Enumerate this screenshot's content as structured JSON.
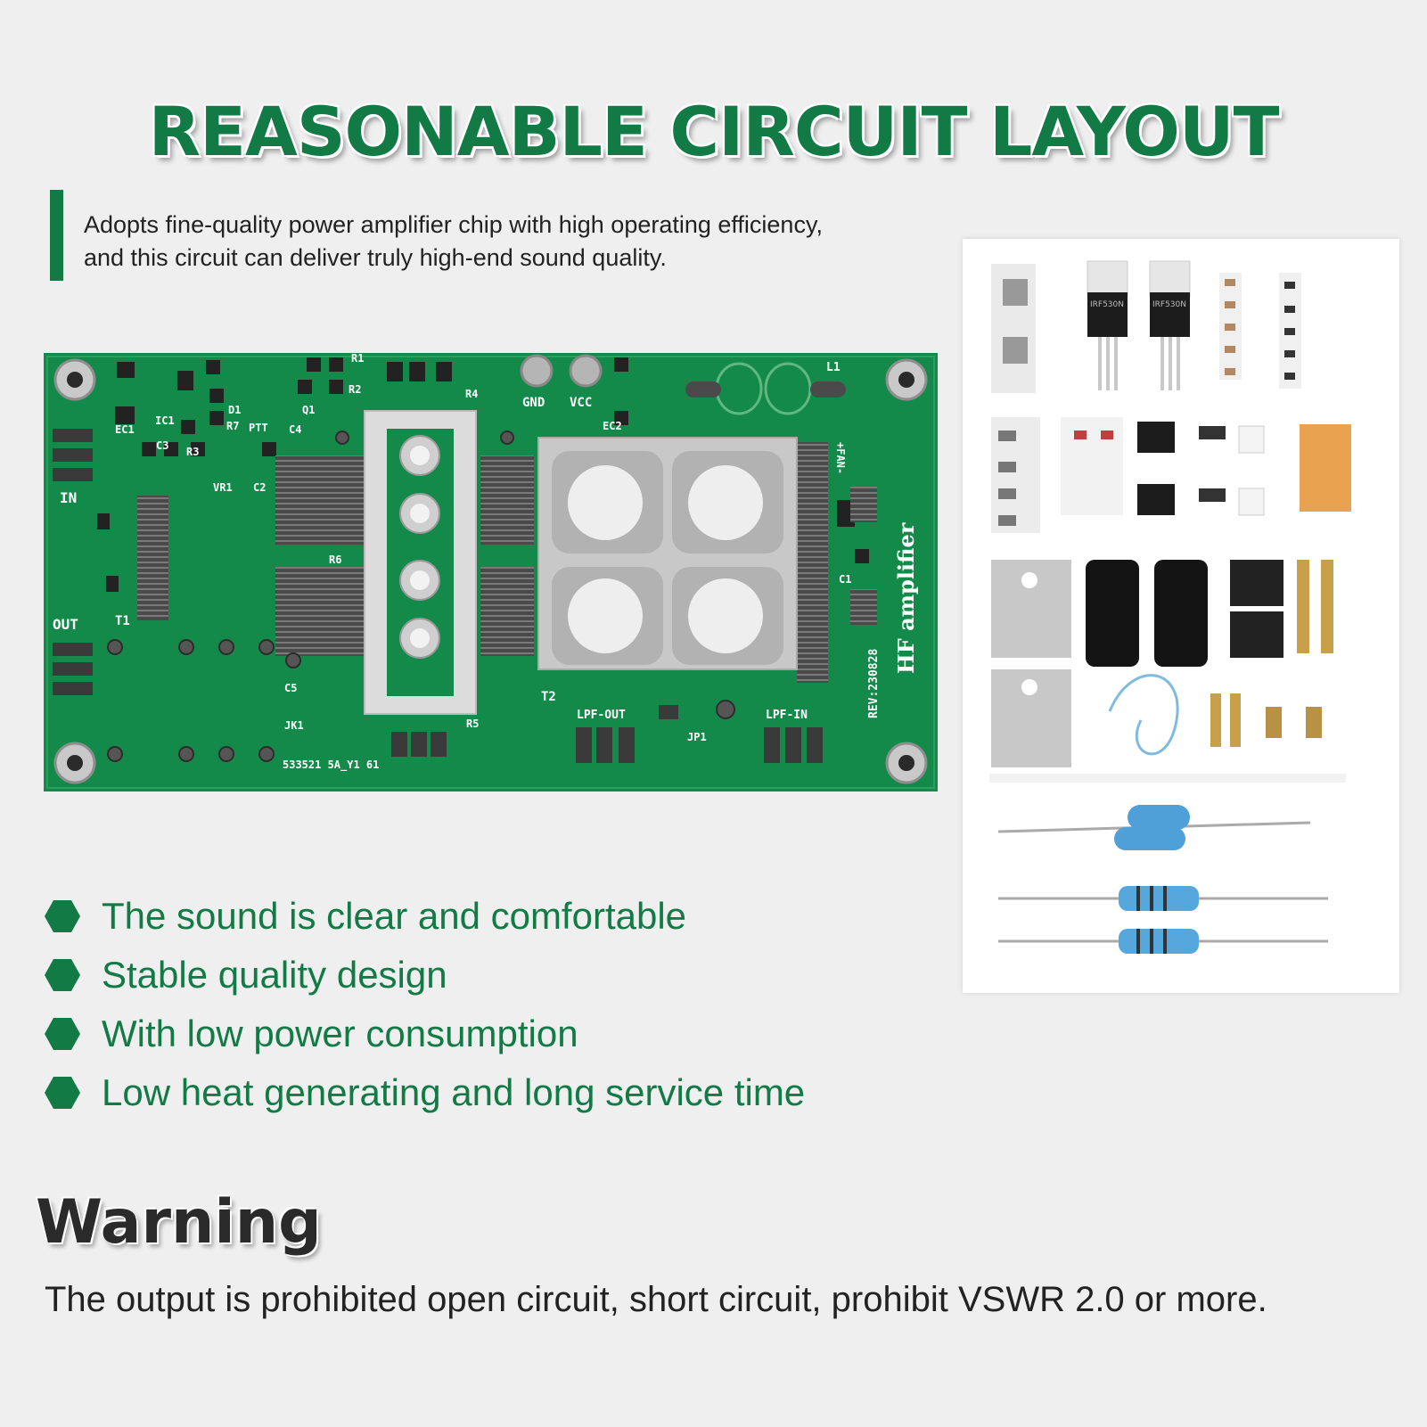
{
  "title": "REASONABLE CIRCUIT LAYOUT",
  "intro": "Adopts fine-quality power amplifier chip with high operating efficiency, and this circuit can deliver truly high-end sound quality.",
  "features": [
    {
      "text": "The sound is clear and comfortable",
      "icon": "hexagon-icon"
    },
    {
      "text": "Stable quality design",
      "icon": "hexagon-icon"
    },
    {
      "text": "With low power consumption",
      "icon": "hexagon-icon"
    },
    {
      "text": "Low heat generating and long service time",
      "icon": "hexagon-icon"
    }
  ],
  "warning": {
    "title": "Warning",
    "text": "The output is prohibited open circuit, short circuit, prohibit VSWR 2.0 or more."
  },
  "pcb": {
    "labels": {
      "in": "IN",
      "out": "OUT",
      "gnd": "GND",
      "vcc": "VCC",
      "l1": "L1",
      "fan": "+FAN-",
      "r1": "R1",
      "r2": "R2",
      "r3": "R3",
      "r4": "R4",
      "r5": "R5",
      "r6": "R6",
      "r7": "R7",
      "ec1": "EC1",
      "ec2": "EC2",
      "ic1": "IC1",
      "c1": "C1",
      "c2": "C2",
      "c3": "C3",
      "c4": "C4",
      "c5": "C5",
      "d1": "D1",
      "q1": "Q1",
      "ptt": "PTT",
      "vr1": "VR1",
      "t1": "T1",
      "t2": "T2",
      "jk1": "JK1",
      "jp1": "JP1",
      "lpf_out": "LPF-OUT",
      "lpf_in": "LPF-IN",
      "brand": "HF amplifier",
      "rev": "REV:230828",
      "serial": "533521 5A_Y1 61"
    }
  },
  "parts": {
    "mosfet_label": "IRF530N"
  },
  "colors": {
    "brand_green": "#117a45",
    "pcb_green": "#138a4a",
    "background": "#efefef"
  }
}
